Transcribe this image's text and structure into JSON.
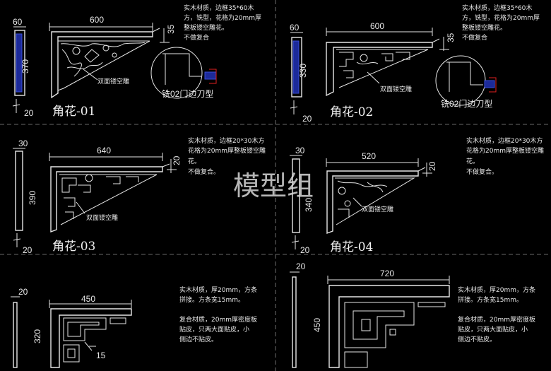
{
  "watermark": "模型组",
  "panels": [
    {
      "title": "角花-01",
      "dims": {
        "width": "600",
        "height": "370",
        "frame_w": "60",
        "corner": "35",
        "base": "20"
      },
      "note": [
        "实木材质，边框35*60木",
        "方，铣型，花格为20mm厚",
        "整板镂空雕花。",
        "不做复合"
      ],
      "label": "双面镂空雕",
      "detail_label": "铣02门边刀型"
    },
    {
      "title": "角花-02",
      "dims": {
        "width": "600",
        "height": "330",
        "frame_w": "60",
        "corner": "35",
        "base": "20"
      },
      "note": [
        "实木材质，边框35*60木",
        "方，铣型，花格为20mm厚",
        "整板镂空雕花。",
        "不做复合"
      ],
      "label": "双面镂空雕",
      "detail_label": "铣02门边刀型"
    },
    {
      "title": "角花-03",
      "dims": {
        "width": "640",
        "height": "390",
        "frame_w": "30",
        "corner": "20",
        "base": "20"
      },
      "note": [
        "实木材质，边框20*30木方",
        "花格为20mm厚整板镂空雕",
        "花。",
        "不做复合。"
      ],
      "label": "双面镂空雕"
    },
    {
      "title": "角花-04",
      "dims": {
        "width": "520",
        "height": "340",
        "frame_w": "30",
        "corner": "20",
        "base": "20"
      },
      "note": [
        "实木材质，边框20*30木方",
        "花格为20mm厚整板镂空雕",
        "花。",
        "不做复合。"
      ],
      "label": "双面镂空雕"
    },
    {
      "dims": {
        "width": "450",
        "height": "320",
        "frame_w": "20",
        "strip": "15"
      },
      "note": [
        "实木材质，厚20mm，方条",
        "拼接。方条宽15mm。",
        "",
        "复合材质，20mm厚密度板",
        "贴皮，只两大面贴皮，小",
        "侧边不贴皮。"
      ]
    },
    {
      "dims": {
        "width": "720",
        "height": "450",
        "frame_w": "20"
      },
      "note": [
        "实木材质，厚20mm，方条",
        "拼接。方条宽15mm。",
        "",
        "复合材质，20mm厚密度板",
        "贴皮，只两大面贴皮，小",
        "侧边不贴皮。"
      ]
    }
  ]
}
